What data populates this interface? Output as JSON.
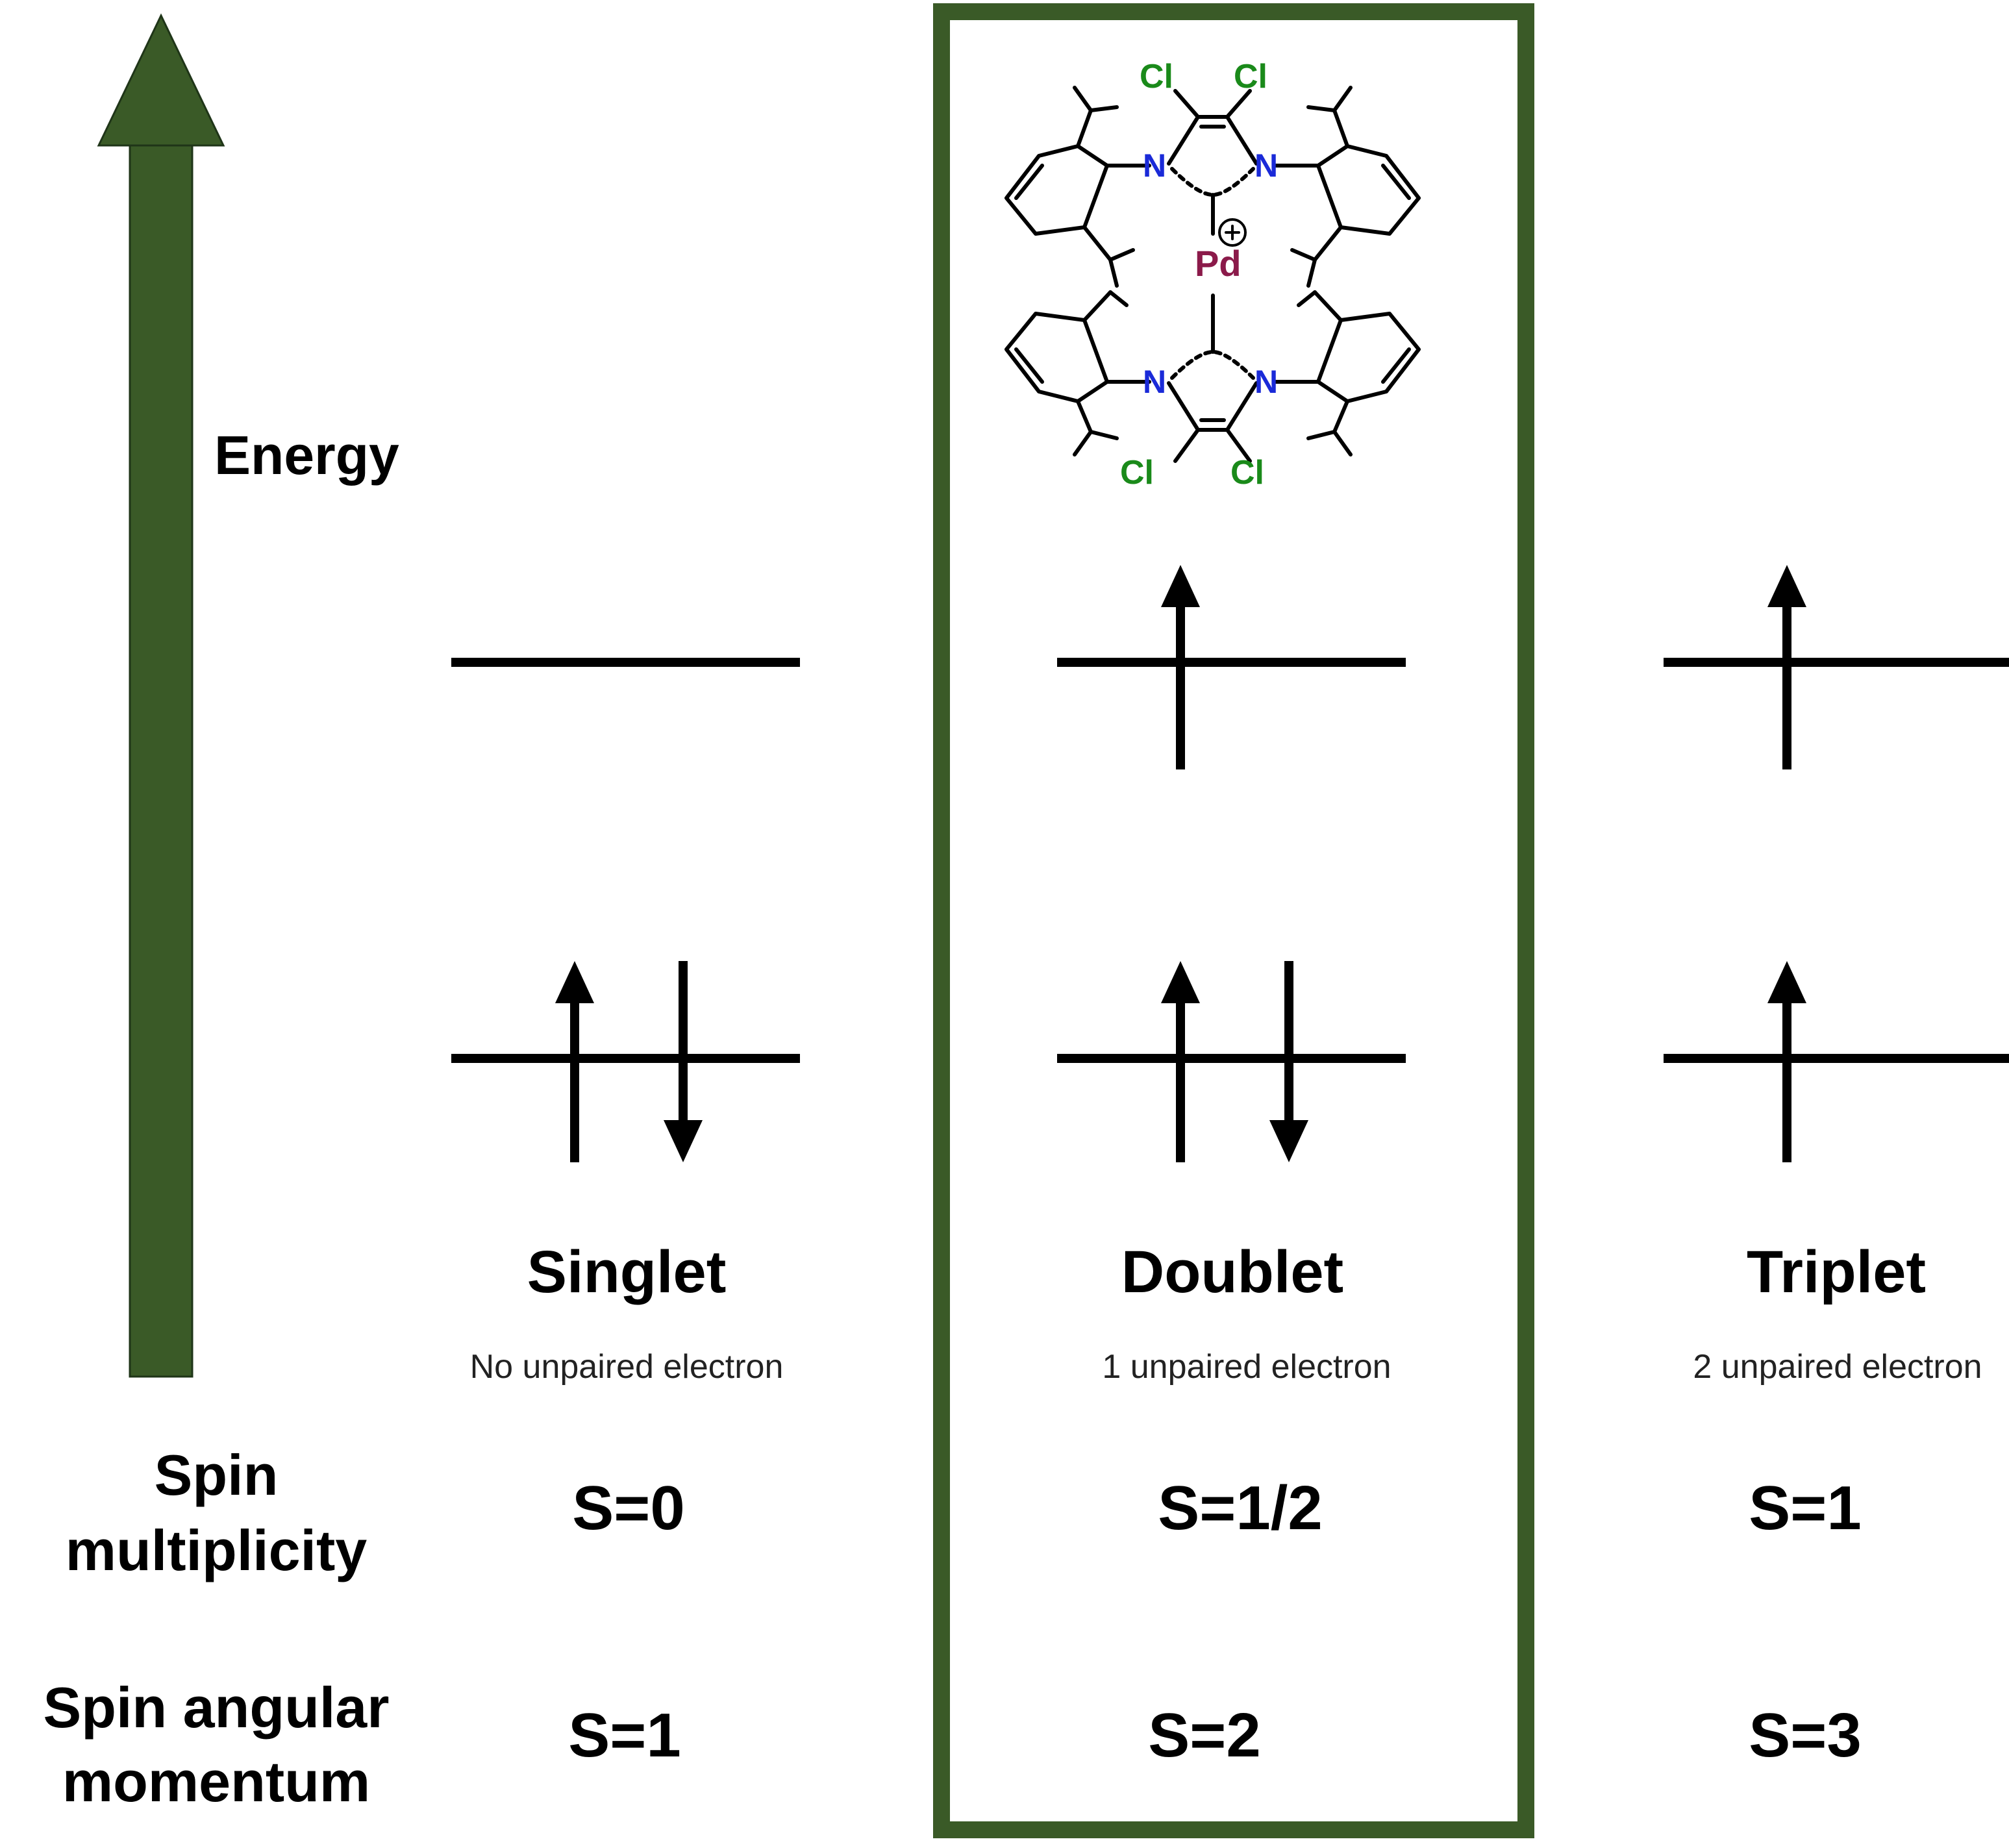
{
  "axis": {
    "label": "Energy",
    "color": "#3a5a27"
  },
  "row_labels": {
    "spin_multiplicity_line1": "Spin",
    "spin_multiplicity_line2": "multiplicity",
    "spin_angular_line1": "Spin angular",
    "spin_angular_line2": "momentum"
  },
  "columns": [
    {
      "name": "Singlet",
      "description": "No unpaired electron",
      "multiplicity": "S=0",
      "angular": "S=1",
      "upper_level_electrons": [],
      "lower_level_electrons": [
        "up",
        "down"
      ]
    },
    {
      "name": "Doublet",
      "description": "1 unpaired electron",
      "multiplicity": "S=1/2",
      "angular": "S=2",
      "upper_level_electrons": [
        "up"
      ],
      "lower_level_electrons": [
        "up",
        "down"
      ],
      "highlighted": true
    },
    {
      "name": "Triplet",
      "description": "2 unpaired electron",
      "multiplicity": "S=1",
      "angular": "S=3",
      "upper_level_electrons": [
        "up"
      ],
      "lower_level_electrons": [
        "up"
      ]
    }
  ],
  "highlight_box_color": "#3a5a27",
  "molecule": {
    "metal": "Pd",
    "charge": "+",
    "chlorine": "Cl",
    "nitrogen": "N",
    "colors": {
      "metal": "#8b1a4a",
      "chlorine": "#1a8a1a",
      "nitrogen": "#1a2ad8"
    }
  }
}
